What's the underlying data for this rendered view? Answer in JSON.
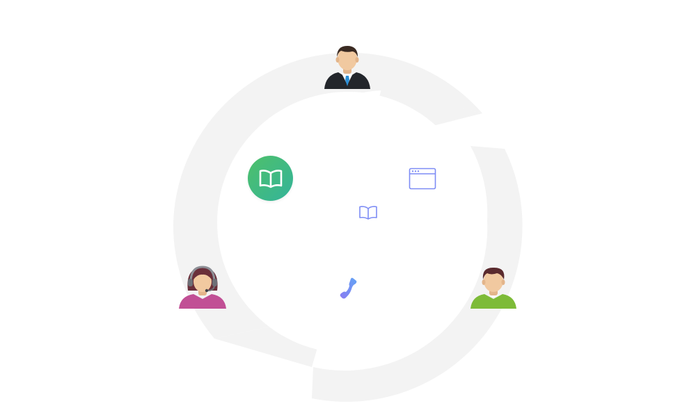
{
  "diagram": {
    "nodes": [
      {
        "role": "manager",
        "icon": "businessman-avatar-icon"
      },
      {
        "role": "support-agent",
        "icon": "headset-agent-avatar-icon"
      },
      {
        "role": "customer",
        "icon": "customer-avatar-icon"
      }
    ],
    "channels": [
      {
        "icon": "knowledge-base-book-icon"
      },
      {
        "icon": "browser-window-icon"
      },
      {
        "icon": "open-book-icon"
      },
      {
        "icon": "phone-icon"
      }
    ],
    "colors": {
      "ring": "#f3f3f3",
      "badge_start": "#4ec06a",
      "badge_end": "#34b49a",
      "line_icon": "#7d8cf5",
      "phone_start": "#8a7cf2",
      "phone_end": "#63a4f5",
      "suit": "#23262b",
      "tie": "#2b8fd6",
      "agent_shirt": "#c14f95",
      "agent_hair": "#6a2f3a",
      "user_shirt": "#7dbb38",
      "user_hair": "#5a2a2e",
      "skin": "#f1c9a0"
    }
  }
}
